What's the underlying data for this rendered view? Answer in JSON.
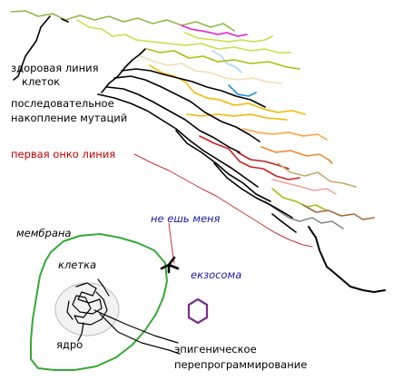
{
  "labels": {
    "healthy_line_1": "здоровая линия",
    "healthy_line_2": "клеток",
    "mutations_1": "последовательное",
    "mutations_2": "накопление мутаций",
    "first_onco_line": "первая онко линия",
    "dont_eat_me": "не ешь меня",
    "membrane": "мембрана",
    "cell": "клетка",
    "exosome": "екзосома",
    "nucleus": "ядро",
    "reprogramming_1": "эпигеническое",
    "reprogramming_2": "перепрограммирование"
  },
  "colors": {
    "text": "#000000",
    "red_label": "#cc0000",
    "blue_label": "#1a1aa6",
    "membrane": "#33aa33",
    "exosome": "#7a2c8c",
    "nucleus_fill": "#f2f2f2",
    "lines": {
      "healthy": "#8fb84a",
      "magenta": "#e81ccc",
      "yellow_green": "#c8e048",
      "peach": "#f6ddb0",
      "light_blue": "#a8d8ff",
      "blue": "#1e8de0",
      "orange": "#f5b800",
      "orange_dark": "#f08830",
      "orange_light": "#ffa040",
      "red": "#d02020",
      "dark_red": "#b82020",
      "pink": "#f4a0a0",
      "olive": "#aabb11",
      "tan": "#c8a870",
      "gray": "#888888",
      "brown": "#a06c40",
      "black": "#000000"
    }
  }
}
